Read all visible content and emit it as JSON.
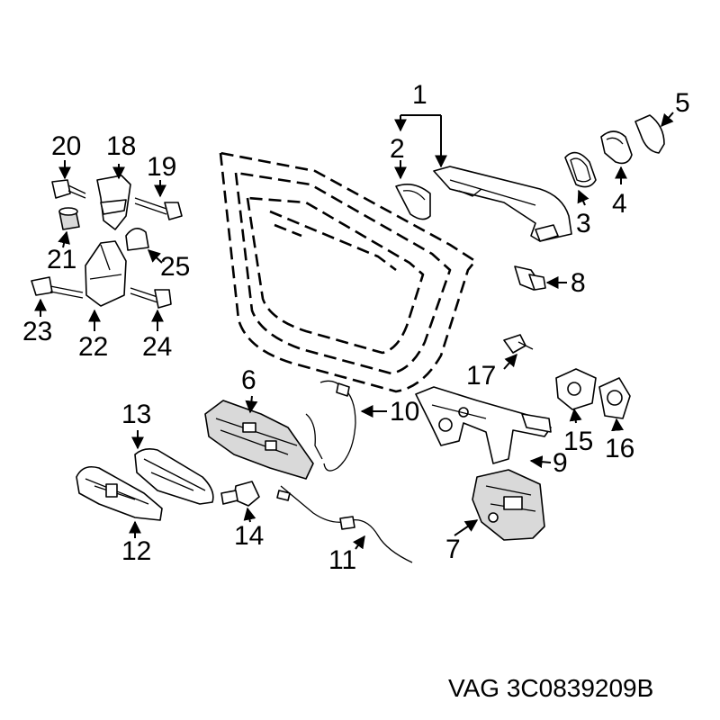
{
  "caption": "VAG 3C0839209B",
  "callouts": [
    "1",
    "2",
    "3",
    "4",
    "5",
    "6",
    "7",
    "8",
    "9",
    "10",
    "11",
    "12",
    "13",
    "14",
    "15",
    "16",
    "17",
    "18",
    "19",
    "20",
    "21",
    "22",
    "23",
    "24",
    "25"
  ]
}
